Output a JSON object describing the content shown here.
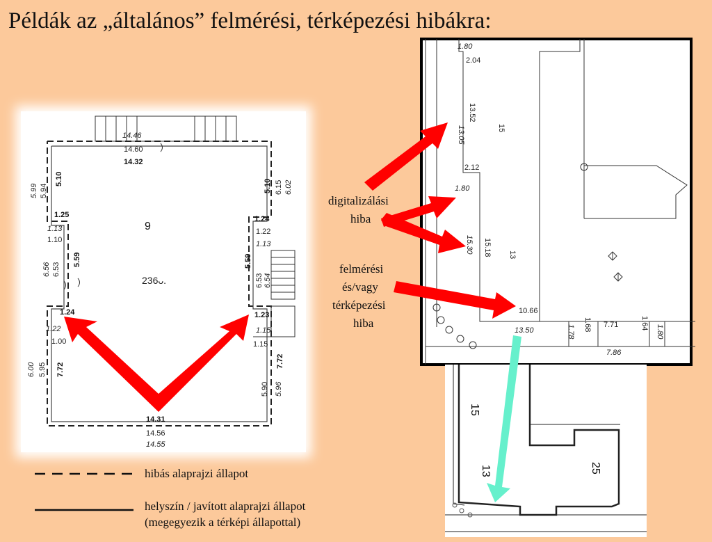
{
  "title": "Példák az „általános” felmérési, térképezési hibákra:",
  "labels": {
    "digit_line1": "digitalizálási",
    "digit_line2": "hiba",
    "survey_line1": "felmérési",
    "survey_line2": "és/vagy",
    "survey_line3": "térképezési",
    "survey_line4": "hiba"
  },
  "legend": {
    "dashed": "hibás alaprajzi állapot",
    "solid_line1": "helyszín / javított alaprajzi állapot",
    "solid_line2": "(megegyezik a térképi állapottal)"
  },
  "left_plan": {
    "top_a": "14.46",
    "top_b": "14.60",
    "top_c": "14.32",
    "left_a": "5.99",
    "left_b": "5.94",
    "left_c": "5.10",
    "right_a": "5.10",
    "right_b": "6.15",
    "right_c": "6.02",
    "l125": "1.25",
    "l113": "1.13",
    "l110": "1.10",
    "r124": "1.24",
    "r122": "1.22",
    "r113": "1.13",
    "lm_a": "6.56",
    "lm_b": "6.53",
    "lm_c": "5.59",
    "rm_a": "5.59",
    "rm_b": "6.53",
    "rm_c": "6.54",
    "room": "9",
    "area": "236ᴗ.",
    "l124": "1.24",
    "l122": "1.22",
    "l100": "1.00",
    "r123": "1.23",
    "r115": "1.15",
    "r115b": "1.15",
    "lb_a": "6.00",
    "lb_b": "5.95",
    "lb_c": "7.72",
    "rb_a": "7.72",
    "rb_b": "5.90",
    "rb_c": "5.96",
    "bot_a": "14.31",
    "bot_b": "14.56",
    "bot_c": "14.55"
  },
  "right_map": {
    "t180": "1.80",
    "t204": "2.04",
    "v1305": "13.05",
    "v1352": "13.52",
    "p15": "15",
    "t212": "2.12",
    "m180": "1.80",
    "v1530": "15.30",
    "v1518": "15.18",
    "p13": "13",
    "b1066": "10.66",
    "b1350": "13.50",
    "b178": "1.78",
    "b168": "1.68",
    "b771": "7.71",
    "b164": "1.64",
    "b180": "1.80",
    "b786": "7.86"
  },
  "bottom_map": {
    "p15": "15",
    "p13": "13",
    "p25": "25"
  },
  "colors": {
    "background": "#fcc99b",
    "red_arrow": "#ff0000",
    "cyan_arrow": "#66f0cc"
  }
}
